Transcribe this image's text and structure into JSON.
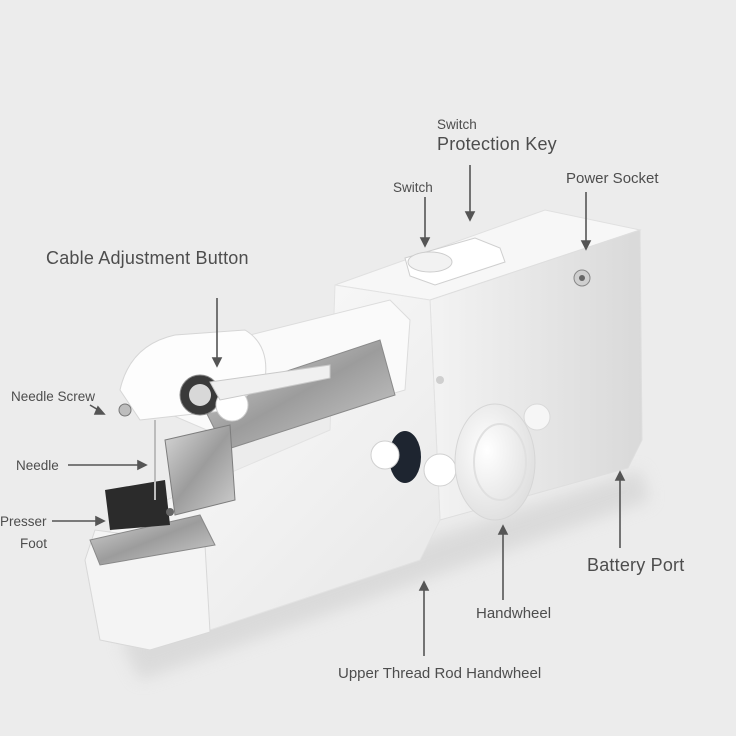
{
  "labels": {
    "switch_protection_key_small": "Switch",
    "switch_protection_key_big": "Protection Key",
    "switch": "Switch",
    "power_socket": "Power Socket",
    "cable_adjustment_button": "Cable Adjustment Button",
    "needle_screw": "Needle Screw",
    "needle": "Needle",
    "presser_foot_line1": "Presser",
    "presser_foot_line2": "Foot",
    "battery_port": "Battery Port",
    "handwheel": "Handwheel",
    "upper_thread_rod_handwheel": "Upper Thread Rod Handwheel"
  },
  "colors": {
    "background": "#ececec",
    "machine_body": "#ffffff",
    "metal": "#b8b8b8",
    "arrow": "#555555",
    "thread_spool": "#1e2530"
  }
}
